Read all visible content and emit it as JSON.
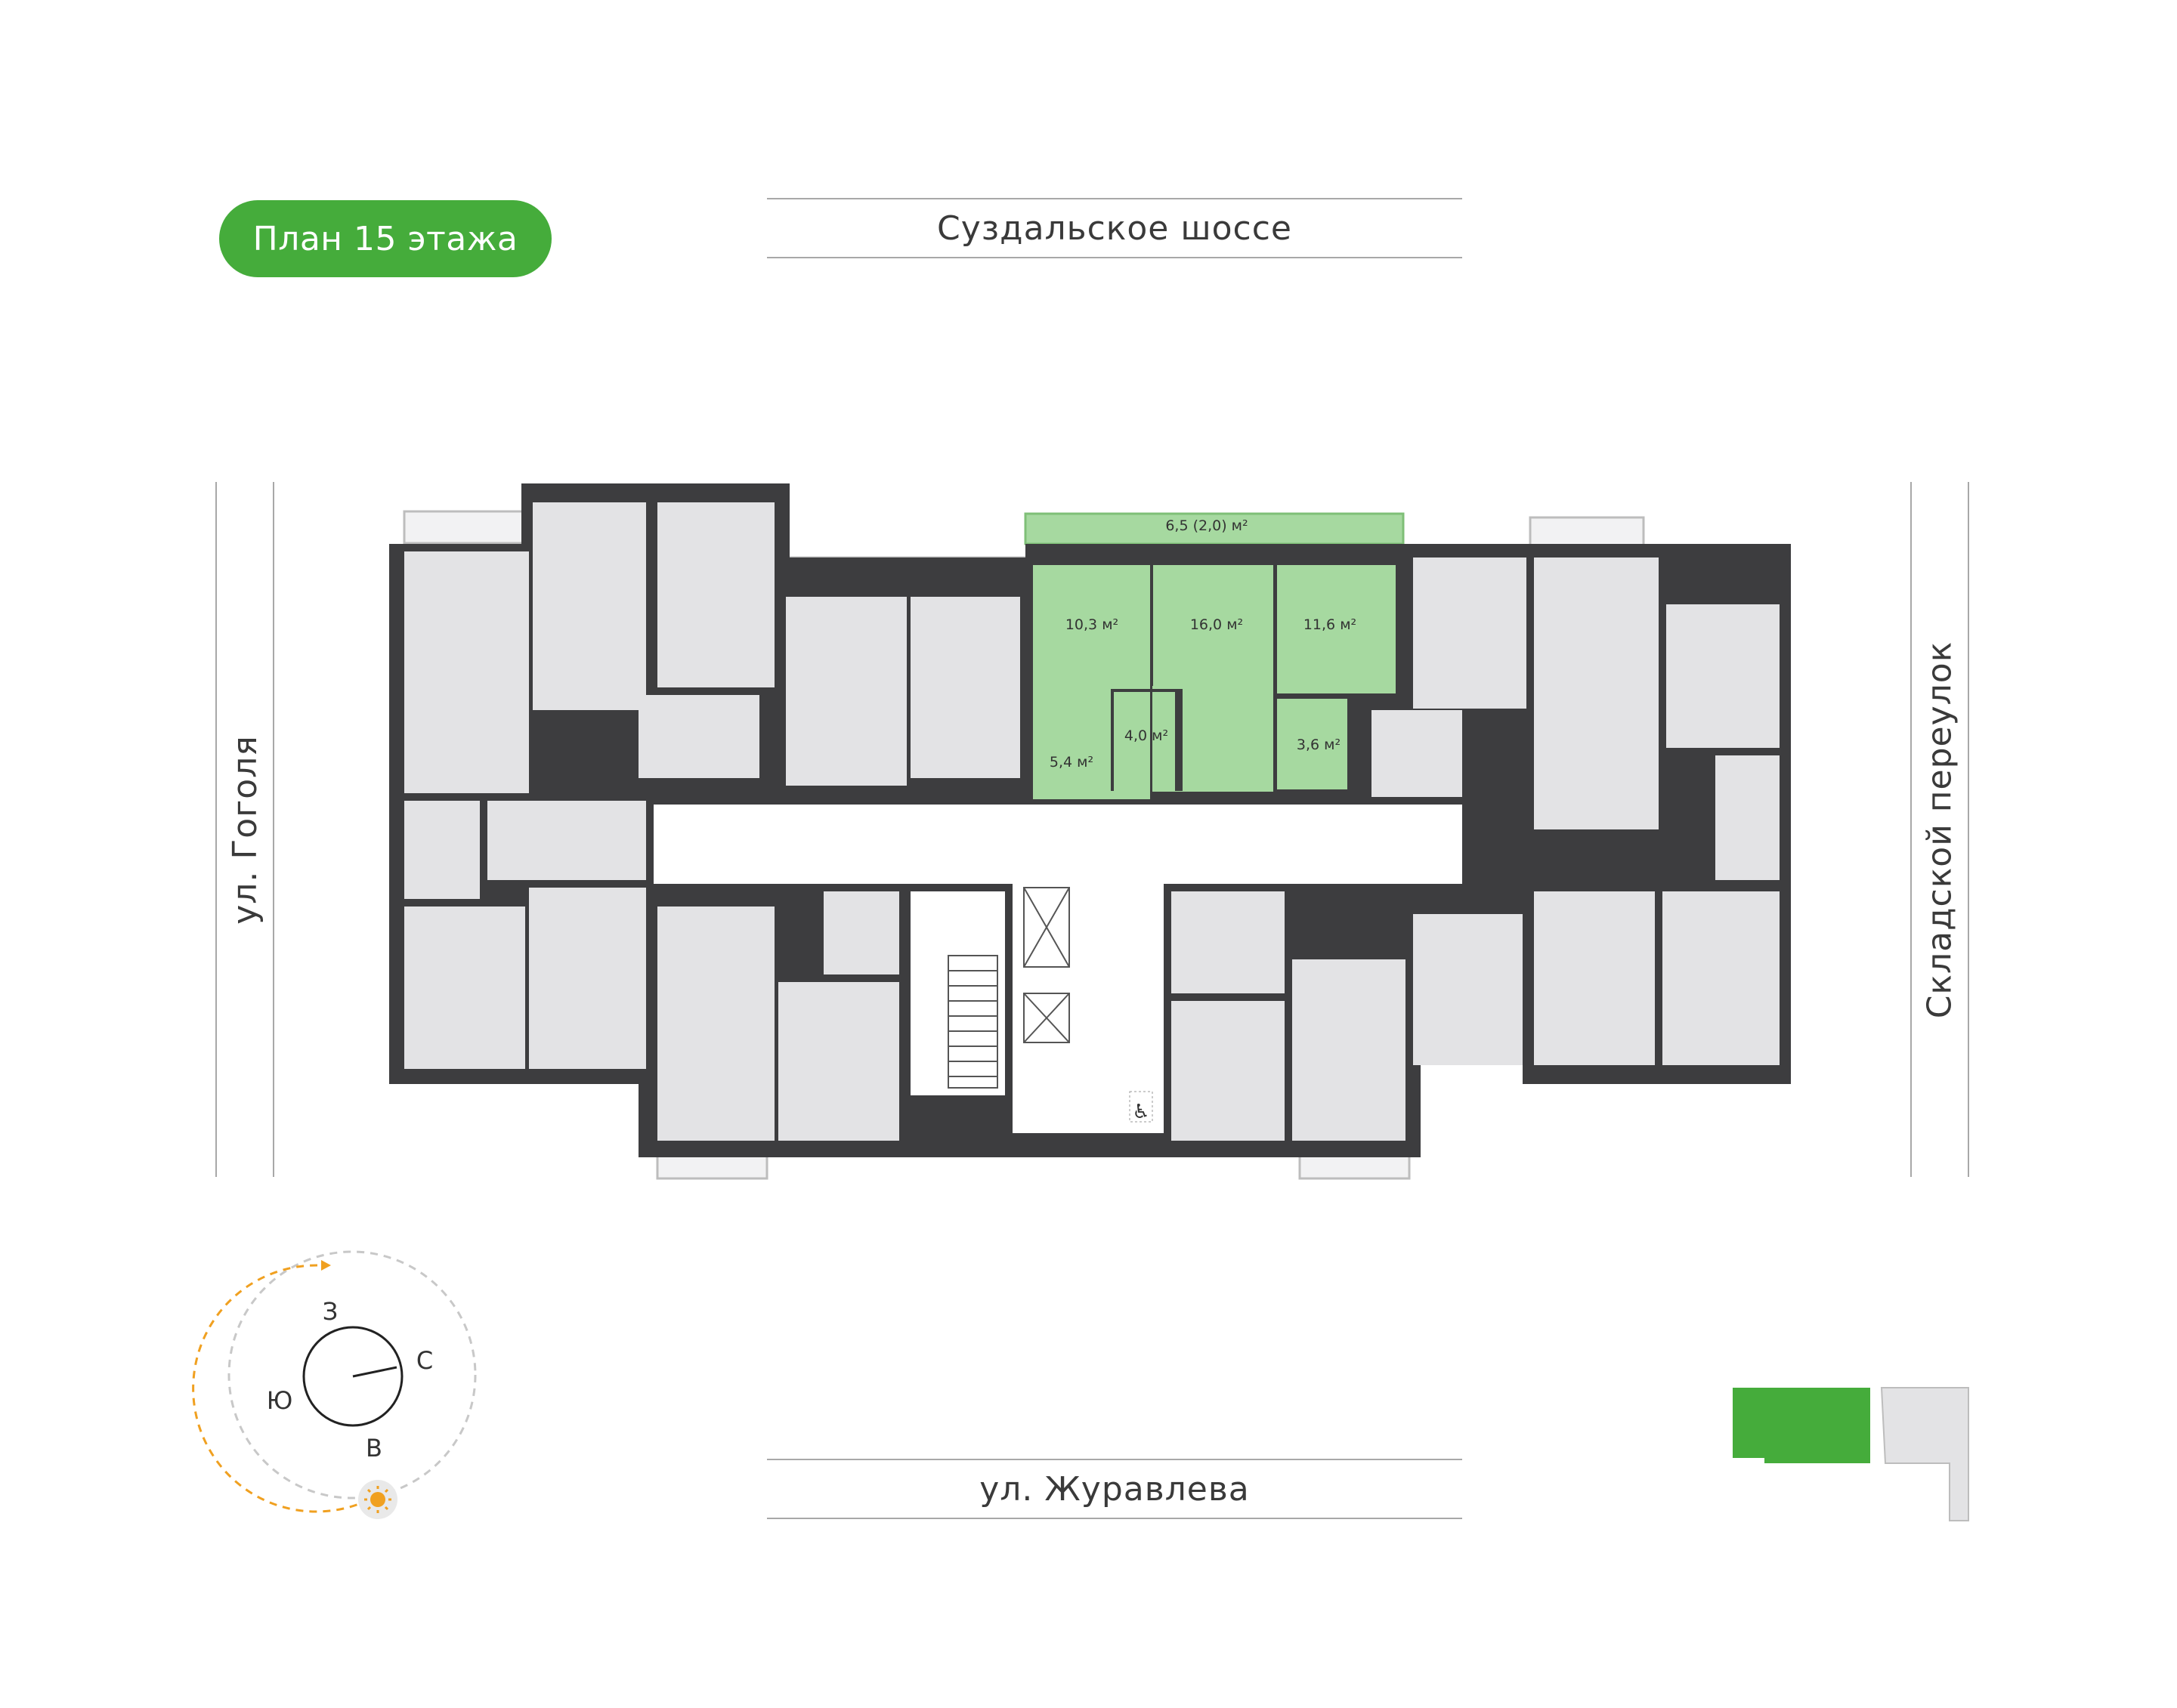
{
  "floor_badge": "План 15 этажа",
  "streets": {
    "top": "Суздальское шоссе",
    "bottom": "ул. Журавлева",
    "left": "ул. Гоголя",
    "right": "Складской переулок"
  },
  "apartment": {
    "balcony_area": "6,5 (2,0) м²",
    "rooms": [
      {
        "area": "10,3 м²"
      },
      {
        "area": "16,0 м²"
      },
      {
        "area": "11,6 м²"
      },
      {
        "area": "4,0 м²"
      },
      {
        "area": "5,4 м²"
      },
      {
        "area": "3,6 м²"
      }
    ]
  },
  "compass": {
    "north": "С",
    "south": "Ю",
    "west": "З",
    "east": "В"
  },
  "colors": {
    "accent": "#45ac3b",
    "apartment_fill": "#a6d9a0",
    "room_fill": "#e3e3e5",
    "wall": "#3d3d3f",
    "sun_path": "#f0a020"
  },
  "icons": [
    "wheelchair-icon",
    "sun-icon",
    "elevator-icon",
    "stairs-icon"
  ]
}
